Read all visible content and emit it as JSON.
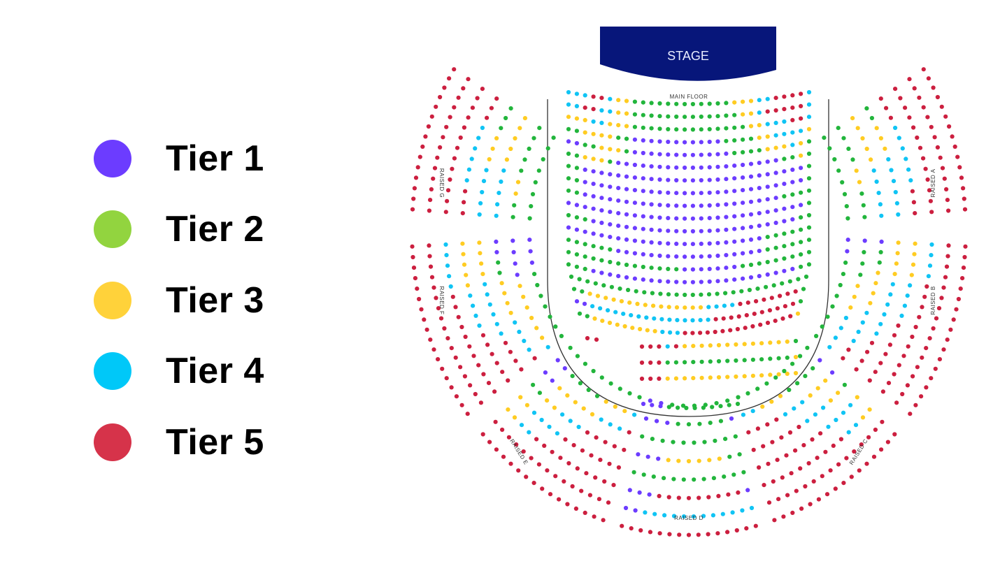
{
  "legend": [
    {
      "label": "Tier 1",
      "color": "#6c3cff"
    },
    {
      "label": "Tier 2",
      "color": "#92d43f"
    },
    {
      "label": "Tier 3",
      "color": "#ffd23a"
    },
    {
      "label": "Tier 4",
      "color": "#00c8f8"
    },
    {
      "label": "Tier 5",
      "color": "#d6334a"
    }
  ],
  "seat_colors": {
    "1": "#6c3cff",
    "2": "#22b53c",
    "3": "#ffcc22",
    "4": "#10c4f4",
    "5": "#cc1f3f"
  },
  "stage": {
    "label": "STAGE",
    "color": "#07167a"
  },
  "sections": {
    "main_floor": "MAIN FLOOR",
    "raised_a": "RAISED A",
    "raised_b": "RAISED B",
    "raised_c": "RAISED C",
    "raised_d": "RAISED D",
    "raised_e": "RAISED E",
    "raised_f": "RAISED F",
    "raised_g": "RAISED G"
  },
  "seat_tiers": {
    "main_floor": [
      "445543322222222222334455554",
      "4554432222222222233455554",
      "3344332222222222223344554",
      "23332211111111222334443",
      "12233211111111122233432",
      "2332111111111111111232",
      "2111111111111111111112",
      "2111111111111111111112",
      "2111111111111111111222",
      "1111111111111111111112",
      "2211111111111111111122",
      "1111111111111111122222",
      "2222111111111111122222",
      "2222222222111112222222",
      "2211111111111111111122",
      "2222222222222222222222",
      "2333333333334445555552",
      "1444444444444555555552",
      "2333333344555555555553"
    ],
    "main_floor_back": [
      "5545333333333332",
      "5522222222222223",
      "5533333333333333"
    ],
    "main_floor_last": "11222222222",
    "raised_g": [
      "2222",
      "2232",
      "3344",
      "2344",
      "5445",
      "5555",
      "555",
      "555"
    ],
    "raised_f": [
      "1122222",
      "1133334",
      "1233445",
      "3344455",
      "3344555",
      "4455555",
      "5555",
      "5555"
    ],
    "raised_e": [
      "2222222",
      "1222334",
      "1333445",
      "2344555",
      "3445555",
      "3455555",
      "5555",
      "555"
    ],
    "raised_d": [
      "1122222221",
      "1112222211",
      "2222222222",
      "1133333322",
      "2222222222",
      "1155555551",
      "1444444444",
      "5555555555"
    ],
    "raised_c": [
      "2222222",
      "4332221",
      "5544331",
      "5554432",
      "5555443",
      "5555543",
      "5555",
      "555"
    ],
    "raised_b": [
      "2222211",
      "4433221",
      "5443321",
      "5544433",
      "5554433",
      "5555544",
      "5555",
      "5555"
    ],
    "raised_a": [
      "2222",
      "2322",
      "4433",
      "4432",
      "5445",
      "5555",
      "555",
      "555"
    ]
  }
}
